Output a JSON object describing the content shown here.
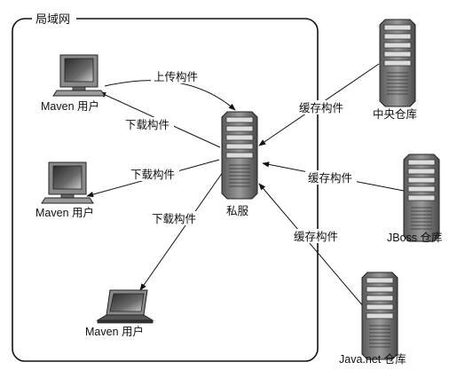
{
  "lan": {
    "title": "局域网"
  },
  "nodes": {
    "user1": "Maven 用户",
    "user2": "Maven 用户",
    "user3": "Maven 用户",
    "private_server": "私服",
    "central_repo": "中央仓库",
    "jboss_repo": "JBoss 仓库",
    "javanet_repo": "Java.net 仓库"
  },
  "edges": {
    "upload": "上传构件",
    "download1": "下载构件",
    "download2": "下载构件",
    "download3": "下载构件",
    "cache_central": "缓存构件",
    "cache_jboss": "缓存构件",
    "cache_javanet": "缓存构件"
  }
}
